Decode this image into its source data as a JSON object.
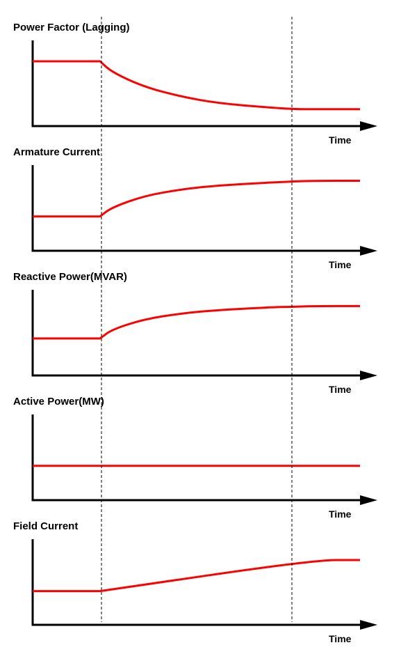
{
  "chart_data": {
    "type": "line",
    "x_label": "Time",
    "line_color": "#ff0000",
    "axis_color": "#000000",
    "event_markers": [
      1,
      3
    ],
    "x_range": [
      0,
      4
    ],
    "panels": [
      {
        "title": "Power Factor (Lagging)",
        "xlabel": "Time",
        "ylim": [
          0,
          1
        ],
        "points": [
          [
            0,
            0.85
          ],
          [
            0.72,
            0.85
          ],
          [
            0.85,
            0.68
          ],
          [
            1.2,
            0.45
          ],
          [
            1.6,
            0.3
          ],
          [
            2.0,
            0.2
          ],
          [
            2.5,
            0.14
          ],
          [
            2.8,
            0.11
          ],
          [
            3.0,
            0.11
          ],
          [
            3.5,
            0.11
          ]
        ]
      },
      {
        "title": "Armature Current",
        "xlabel": "Time",
        "ylim": [
          0,
          1
        ],
        "points": [
          [
            0,
            0.38
          ],
          [
            0.72,
            0.38
          ],
          [
            0.85,
            0.52
          ],
          [
            1.2,
            0.7
          ],
          [
            1.6,
            0.8
          ],
          [
            2.0,
            0.86
          ],
          [
            2.5,
            0.9
          ],
          [
            2.8,
            0.92
          ],
          [
            3.0,
            0.93
          ],
          [
            3.5,
            0.93
          ]
        ]
      },
      {
        "title": "Reactive Power(MVAR)",
        "xlabel": "Time",
        "ylim": [
          0,
          1
        ],
        "points": [
          [
            0,
            0.42
          ],
          [
            0.72,
            0.42
          ],
          [
            0.85,
            0.56
          ],
          [
            1.2,
            0.72
          ],
          [
            1.6,
            0.81
          ],
          [
            2.0,
            0.86
          ],
          [
            2.5,
            0.9
          ],
          [
            2.8,
            0.91
          ],
          [
            3.0,
            0.92
          ],
          [
            3.5,
            0.92
          ]
        ]
      },
      {
        "title": "Active Power(MW)",
        "xlabel": "Time",
        "ylim": [
          0,
          1
        ],
        "points": [
          [
            0,
            0.38
          ],
          [
            3.5,
            0.38
          ]
        ]
      },
      {
        "title": "Field Current",
        "xlabel": "Time",
        "ylim": [
          0,
          1
        ],
        "points": [
          [
            0,
            0.37
          ],
          [
            0.72,
            0.37
          ],
          [
            3.0,
            0.85
          ],
          [
            3.5,
            0.85
          ]
        ]
      }
    ]
  }
}
